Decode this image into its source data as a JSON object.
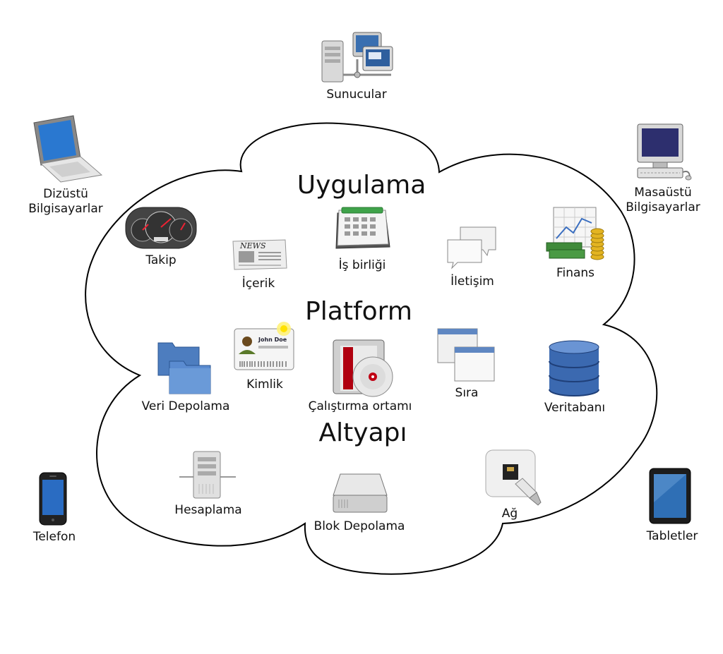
{
  "cloud": {
    "headings": {
      "application": "Uygulama",
      "platform": "Platform",
      "infrastructure": "Altyapı"
    },
    "application_items": [
      {
        "id": "takip",
        "label": "Takip",
        "icon": "speedometer-icon"
      },
      {
        "id": "icerik",
        "label": "İçerik",
        "icon": "newspaper-icon"
      },
      {
        "id": "isbirligi",
        "label": "İş birliği",
        "icon": "calendar-icon"
      },
      {
        "id": "iletisim",
        "label": "İletişim",
        "icon": "chat-bubbles-icon"
      },
      {
        "id": "finans",
        "label": "Finans",
        "icon": "finance-chart-money-icon"
      }
    ],
    "platform_items": [
      {
        "id": "veri-depolama",
        "label": "Veri Depolama",
        "icon": "folders-icon"
      },
      {
        "id": "kimlik",
        "label": "Kimlik",
        "icon": "id-card-icon",
        "card_name": "John Doe"
      },
      {
        "id": "calistirma",
        "label": "Çalıştırma ortamı",
        "icon": "runtime-disc-icon"
      },
      {
        "id": "sira",
        "label": "Sıra",
        "icon": "queue-windows-icon"
      },
      {
        "id": "veritabani",
        "label": "Veritabanı",
        "icon": "database-icon"
      }
    ],
    "infrastructure_items": [
      {
        "id": "hesaplama",
        "label": "Hesaplama",
        "icon": "server-tower-icon"
      },
      {
        "id": "blok-depolama",
        "label": "Blok Depolama",
        "icon": "hard-drive-icon"
      },
      {
        "id": "ag",
        "label": "Ağ",
        "icon": "network-port-icon"
      }
    ]
  },
  "clients": [
    {
      "id": "sunucular",
      "label": "Sunucular",
      "icon": "servers-icon"
    },
    {
      "id": "dizustu",
      "label": "Dizüstü\nBilgisayarlar",
      "icon": "laptop-icon"
    },
    {
      "id": "masaustu",
      "label": "Masaüstü\nBilgisayarlar",
      "icon": "desktop-computer-icon"
    },
    {
      "id": "telefon",
      "label": "Telefon",
      "icon": "smartphone-icon"
    },
    {
      "id": "tabletler",
      "label": "Tabletler",
      "icon": "tablet-icon"
    }
  ],
  "newspaper_masthead": "NEWS"
}
